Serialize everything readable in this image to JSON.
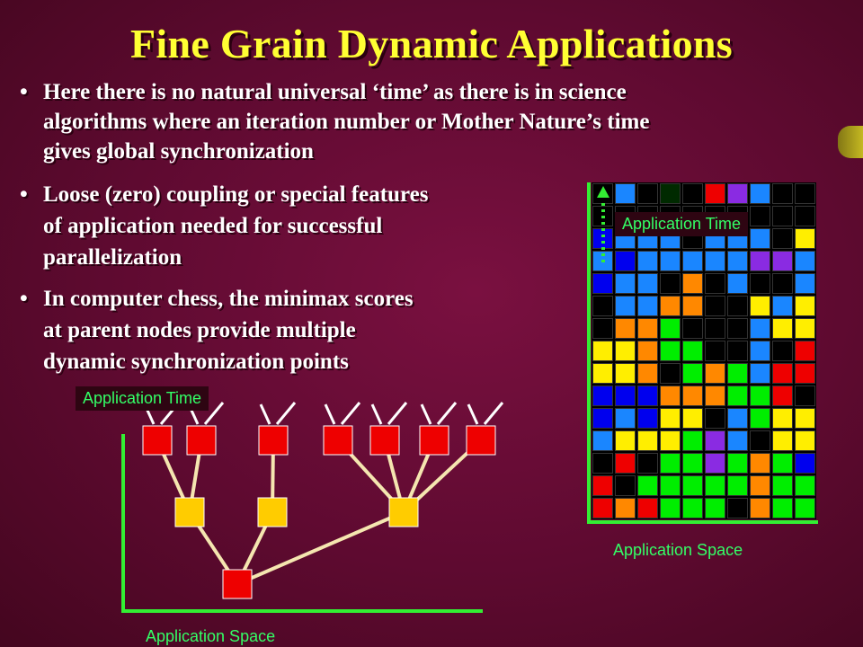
{
  "slide": {
    "title": "Fine Grain Dynamic Applications",
    "bullet_glyph": "•",
    "bullets": [
      "Here there is no natural universal ‘time’ as there is in science\nalgorithms where an iteration number or Mother Nature’s time\ngives global synchronization",
      "Loose (zero) coupling or special features\nof application needed for successful\nparallelization",
      "In computer chess, the minimax scores\nat parent nodes provide multiple\ndynamic synchronization points"
    ]
  },
  "tree_diagram": {
    "time_label": "Application Time",
    "space_label": "Application Space",
    "colors": {
      "leaf": "#ee0000",
      "parent": "#ffcc00",
      "root": "#ee0000",
      "edge": "#f5e6b0",
      "axis": "#33ee33"
    }
  },
  "grid_diagram": {
    "time_label": "Application Time",
    "space_label": "Application Space",
    "palette": {
      "K": "#000000",
      "B": "#1a86ff",
      "D": "#0000ee",
      "R": "#ee0000",
      "O": "#ff8800",
      "Y": "#ffee00",
      "G": "#00ee00",
      "P": "#8a2be2",
      "N": "#002a00"
    },
    "rows": [
      "KBKNKRPBKK",
      "KKKKKKKKKK",
      "DBBBKBBBKY",
      "BDBBBBBPPB",
      "DBBKOKBKKB",
      "KBBOOKKYBY",
      "KOOGKKKBYY",
      "YYOGGKKBKR",
      "YYOKGOGBRR",
      "DDDOOOGGRK",
      "DBDYYKBGYY",
      "BYYYGPBKYY",
      "KRKGGPGOGD",
      "RKGGGGGOGG",
      "RORGGGKOGG"
    ]
  }
}
